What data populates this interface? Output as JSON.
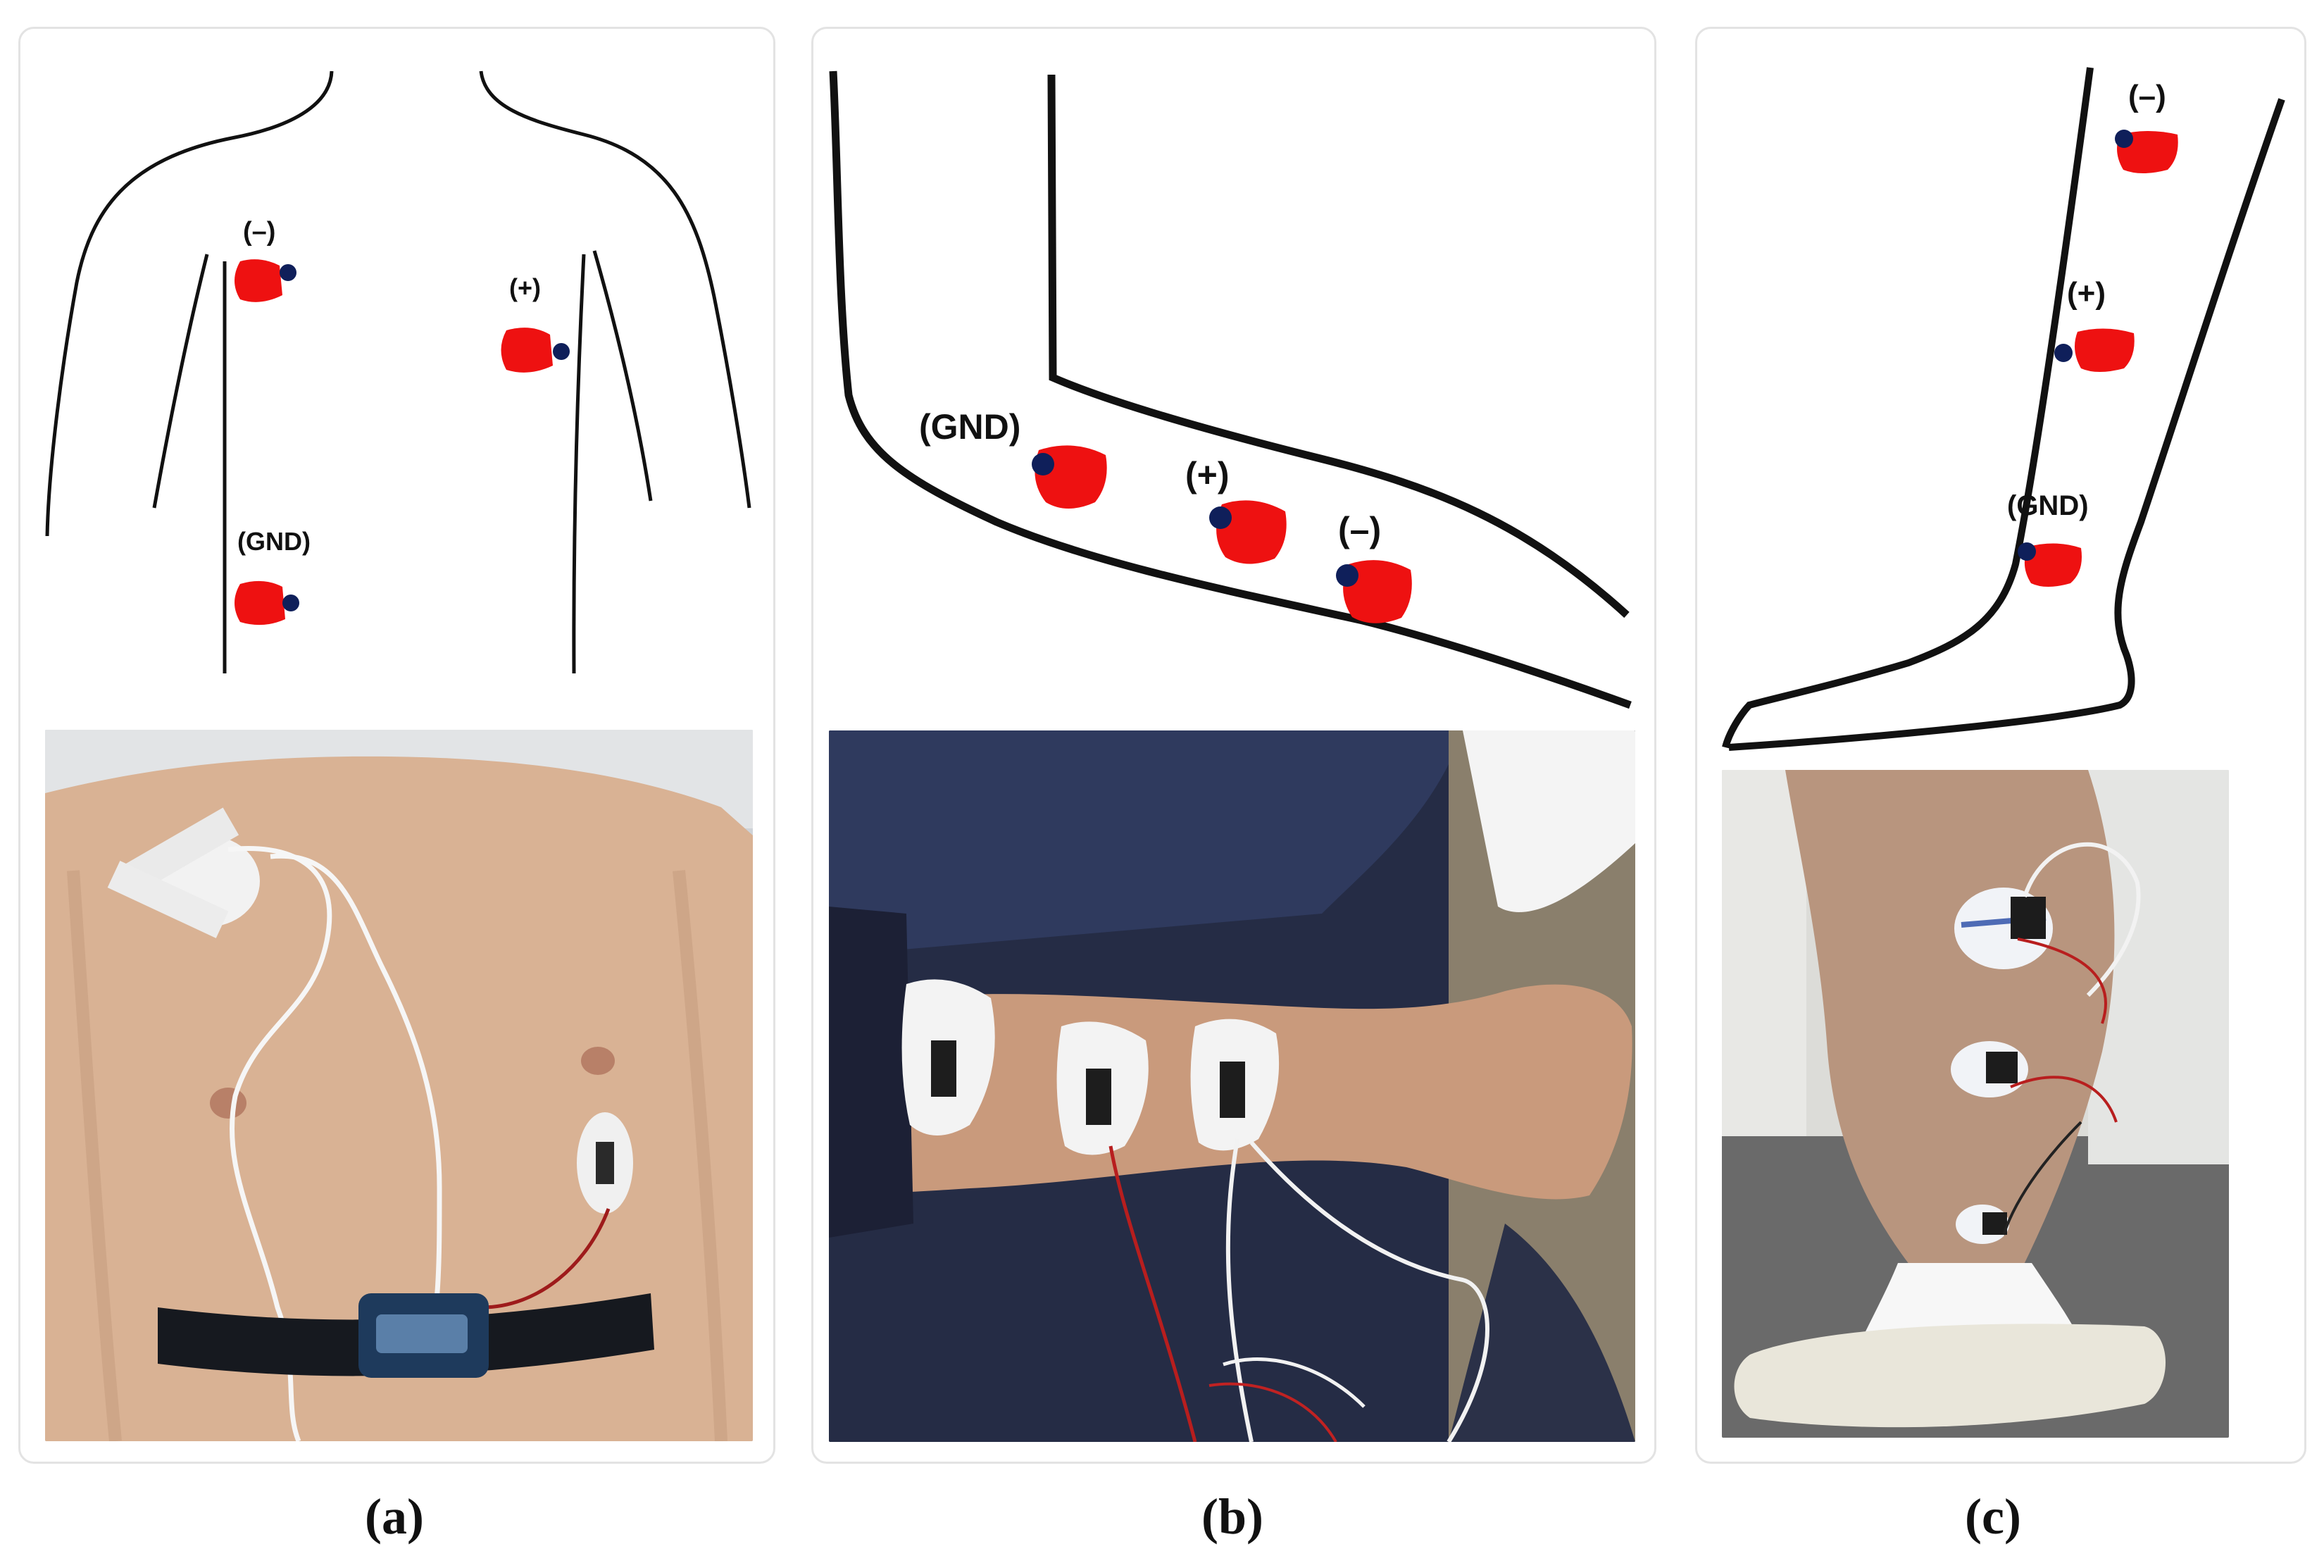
{
  "colors": {
    "electrode": "#ee1111",
    "snap": "#0f1f5a",
    "outline": "#111111"
  },
  "panel_a": {
    "caption": "(a)",
    "labels": {
      "minus": "(–)",
      "plus": "(+)",
      "gnd": "(GND)"
    }
  },
  "panel_b": {
    "caption": "(b)",
    "labels": {
      "gnd": "(GND)",
      "plus": "(+)",
      "minus": "(–)"
    }
  },
  "panel_c": {
    "caption": "(c)",
    "labels": {
      "minus": "(–)",
      "plus": "(+)",
      "gnd": "(GND)"
    }
  }
}
